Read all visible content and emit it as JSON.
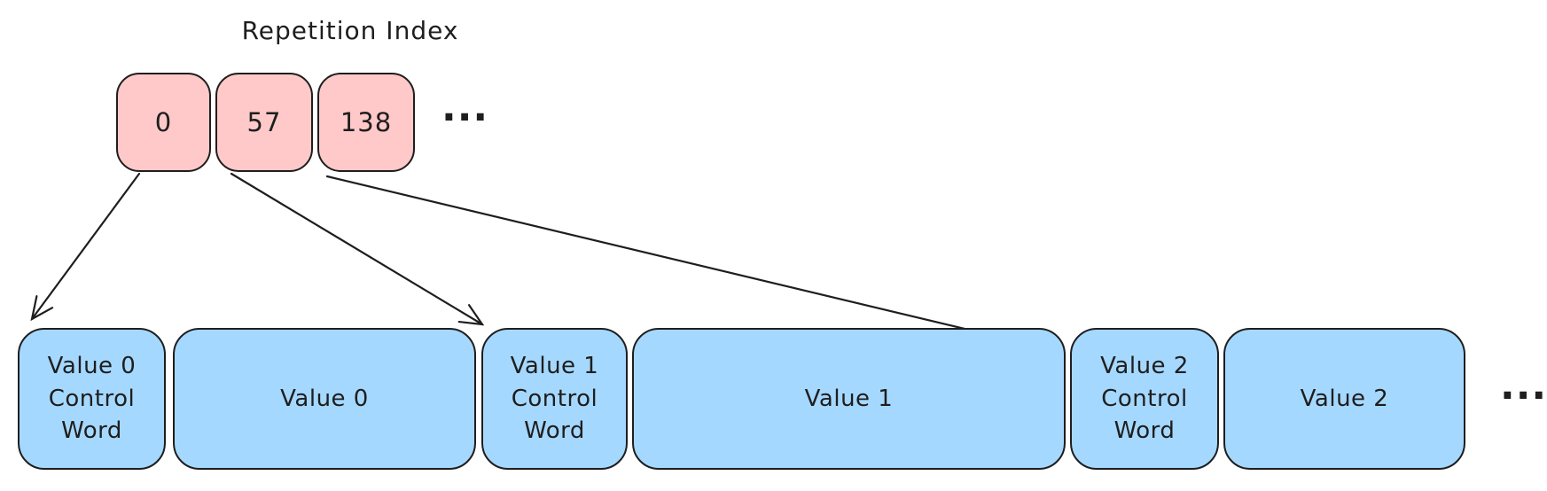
{
  "diagram": {
    "title": "Repetition Index",
    "repetition_index": {
      "entries": [
        {
          "value": "0"
        },
        {
          "value": "57"
        },
        {
          "value": "138"
        }
      ],
      "ellipsis": "..."
    },
    "value_stream": {
      "segments": [
        {
          "kind": "control-word",
          "label": "Value 0\nControl\nWord"
        },
        {
          "kind": "value",
          "label": "Value 0"
        },
        {
          "kind": "control-word",
          "label": "Value 1\nControl\nWord"
        },
        {
          "kind": "value",
          "label": "Value 1"
        },
        {
          "kind": "control-word",
          "label": "Value 2\nControl\nWord"
        },
        {
          "kind": "value",
          "label": "Value 2"
        }
      ],
      "ellipsis": "..."
    },
    "connections": [
      {
        "from": "index-entry-0",
        "to": "segment-value-0-control-word"
      },
      {
        "from": "index-entry-57",
        "to": "segment-value-1-control-word"
      },
      {
        "from": "index-entry-138",
        "to": "segment-value-2-control-word"
      }
    ],
    "colors": {
      "index_box_fill": "#FFC9C9",
      "value_box_fill": "#A5D8FF",
      "stroke": "#1E1E1E",
      "background": "#FFFFFF"
    }
  }
}
